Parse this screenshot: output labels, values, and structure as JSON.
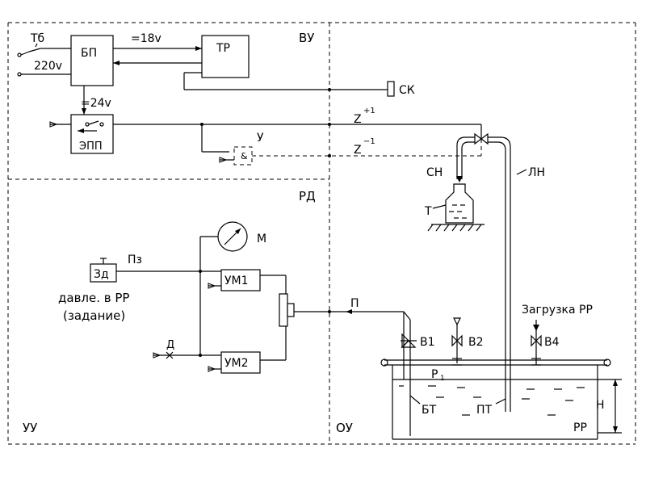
{
  "regions": {
    "vu": "ВУ",
    "rd": "РД",
    "uu": "УУ",
    "ou": "ОУ"
  },
  "blocks": {
    "bp": "БП",
    "tr": "ТР",
    "epp": "ЭПП",
    "um1": "УМ1",
    "um2": "УМ2",
    "zd": "Зд"
  },
  "labels": {
    "tb": "Тб",
    "v220": "220v",
    "v18": "=18v",
    "v24": "=24v",
    "sk": "СК",
    "z_plus": "Z",
    "z_plus_exp": "+1",
    "z_minus": "Z",
    "z_minus_exp": "−1",
    "u": "У",
    "sn": "СН",
    "t": "Т",
    "ln": "ЛН",
    "m": "М",
    "pz": "Пз",
    "pressure_line1": "давле. в РР",
    "pressure_line2": "(задание)",
    "d": "Д",
    "p": "П",
    "b1": "В1",
    "b2": "В2",
    "b4": "В4",
    "loading": "Загрузка РР",
    "p1": "Р",
    "p1_sub": "1",
    "bt": "БТ",
    "pt": "ПТ",
    "h": "Н",
    "pp": "РР"
  }
}
